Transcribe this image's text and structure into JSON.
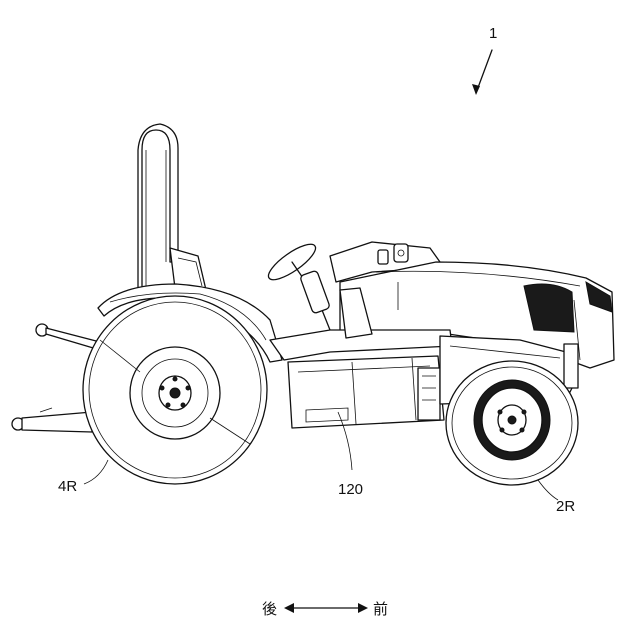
{
  "labels": {
    "ref_vehicle": "1",
    "ref_rear_wheel": "4R",
    "ref_frame": "120",
    "ref_front_wheel": "2R",
    "dir_rear": "後",
    "dir_front": "前"
  }
}
